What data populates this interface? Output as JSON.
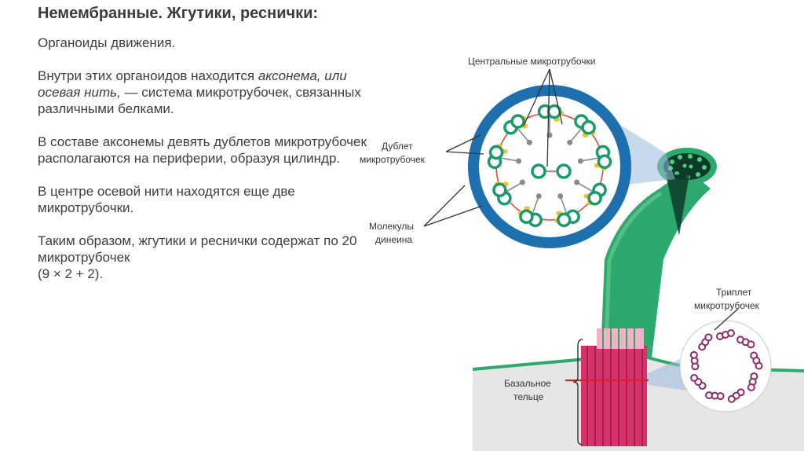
{
  "title": "Немембранные. Жгутики, реснички:",
  "paragraphs": {
    "p1": "Органоиды движения.",
    "p2_a": "Внутри этих органоидов находится ",
    "p2_em": "аксонема, или осевая нить,",
    "p2_b": " — система микротрубочек, связанных различными белками.",
    "p3": "В составе аксонемы девять дублетов микротрубочек располагаются на периферии, образуя цилиндр.",
    "p4": "В центре осевой нити находятся еще две микротрубочки.",
    "p5_a": "Таким образом, жгутики и реснички содержат по 20 микротрубочек",
    "p5_b": "(9 × 2 + 2)."
  },
  "labels": {
    "central": "Центральные микротрубочки",
    "doublet_1": "Дублет",
    "doublet_2": "микротрубочек",
    "dynein_1": "Молекулы",
    "dynein_2": "динеина",
    "triplet_1": "Триплет",
    "triplet_2": "микротрубочек",
    "basal_1": "Базальное",
    "basal_2": "тельце"
  },
  "colors": {
    "membrane": "#1e6fae",
    "flagellum": "#2ca96c",
    "microtubule": "#1a9a6a",
    "dynein": "#f2c12e",
    "radial": "#8a8a8a",
    "basal": "#d6336c",
    "triplet": "#8e2b6b",
    "cell_bg": "#e6e6e6"
  }
}
